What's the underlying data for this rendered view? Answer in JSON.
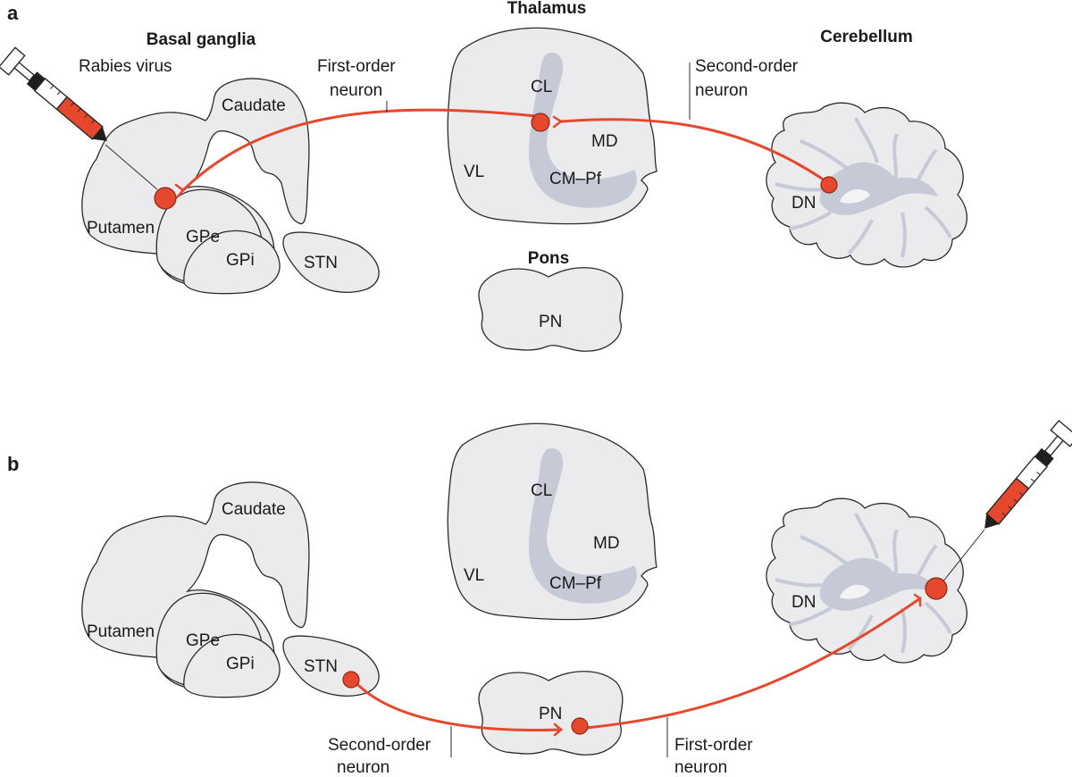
{
  "panels": {
    "a": "a",
    "b": "b"
  },
  "headings": {
    "basal_ganglia": "Basal ganglia",
    "thalamus": "Thalamus",
    "cerebellum": "Cerebellum",
    "pons": "Pons"
  },
  "regions": {
    "caudate": "Caudate",
    "putamen": "Putamen",
    "gpe": "GPe",
    "gpi": "GPi",
    "stn": "STN",
    "cl": "CL",
    "md": "MD",
    "vl": "VL",
    "cmpf": "CM–Pf",
    "dn": "DN",
    "pn": "PN"
  },
  "annotations": {
    "rabies": "Rabies virus",
    "a_first_l1": "First-order",
    "a_first_l2": "neuron",
    "a_second_l1": "Second-order",
    "a_second_l2": "neuron",
    "b_second_l1": "Second-order",
    "b_second_l2": "neuron",
    "b_first_l1": "First-order",
    "b_first_l2": "neuron"
  },
  "colors": {
    "tracer": "#e5482c",
    "tissue": "#ebebee",
    "nucleus": "#c5cad6"
  }
}
